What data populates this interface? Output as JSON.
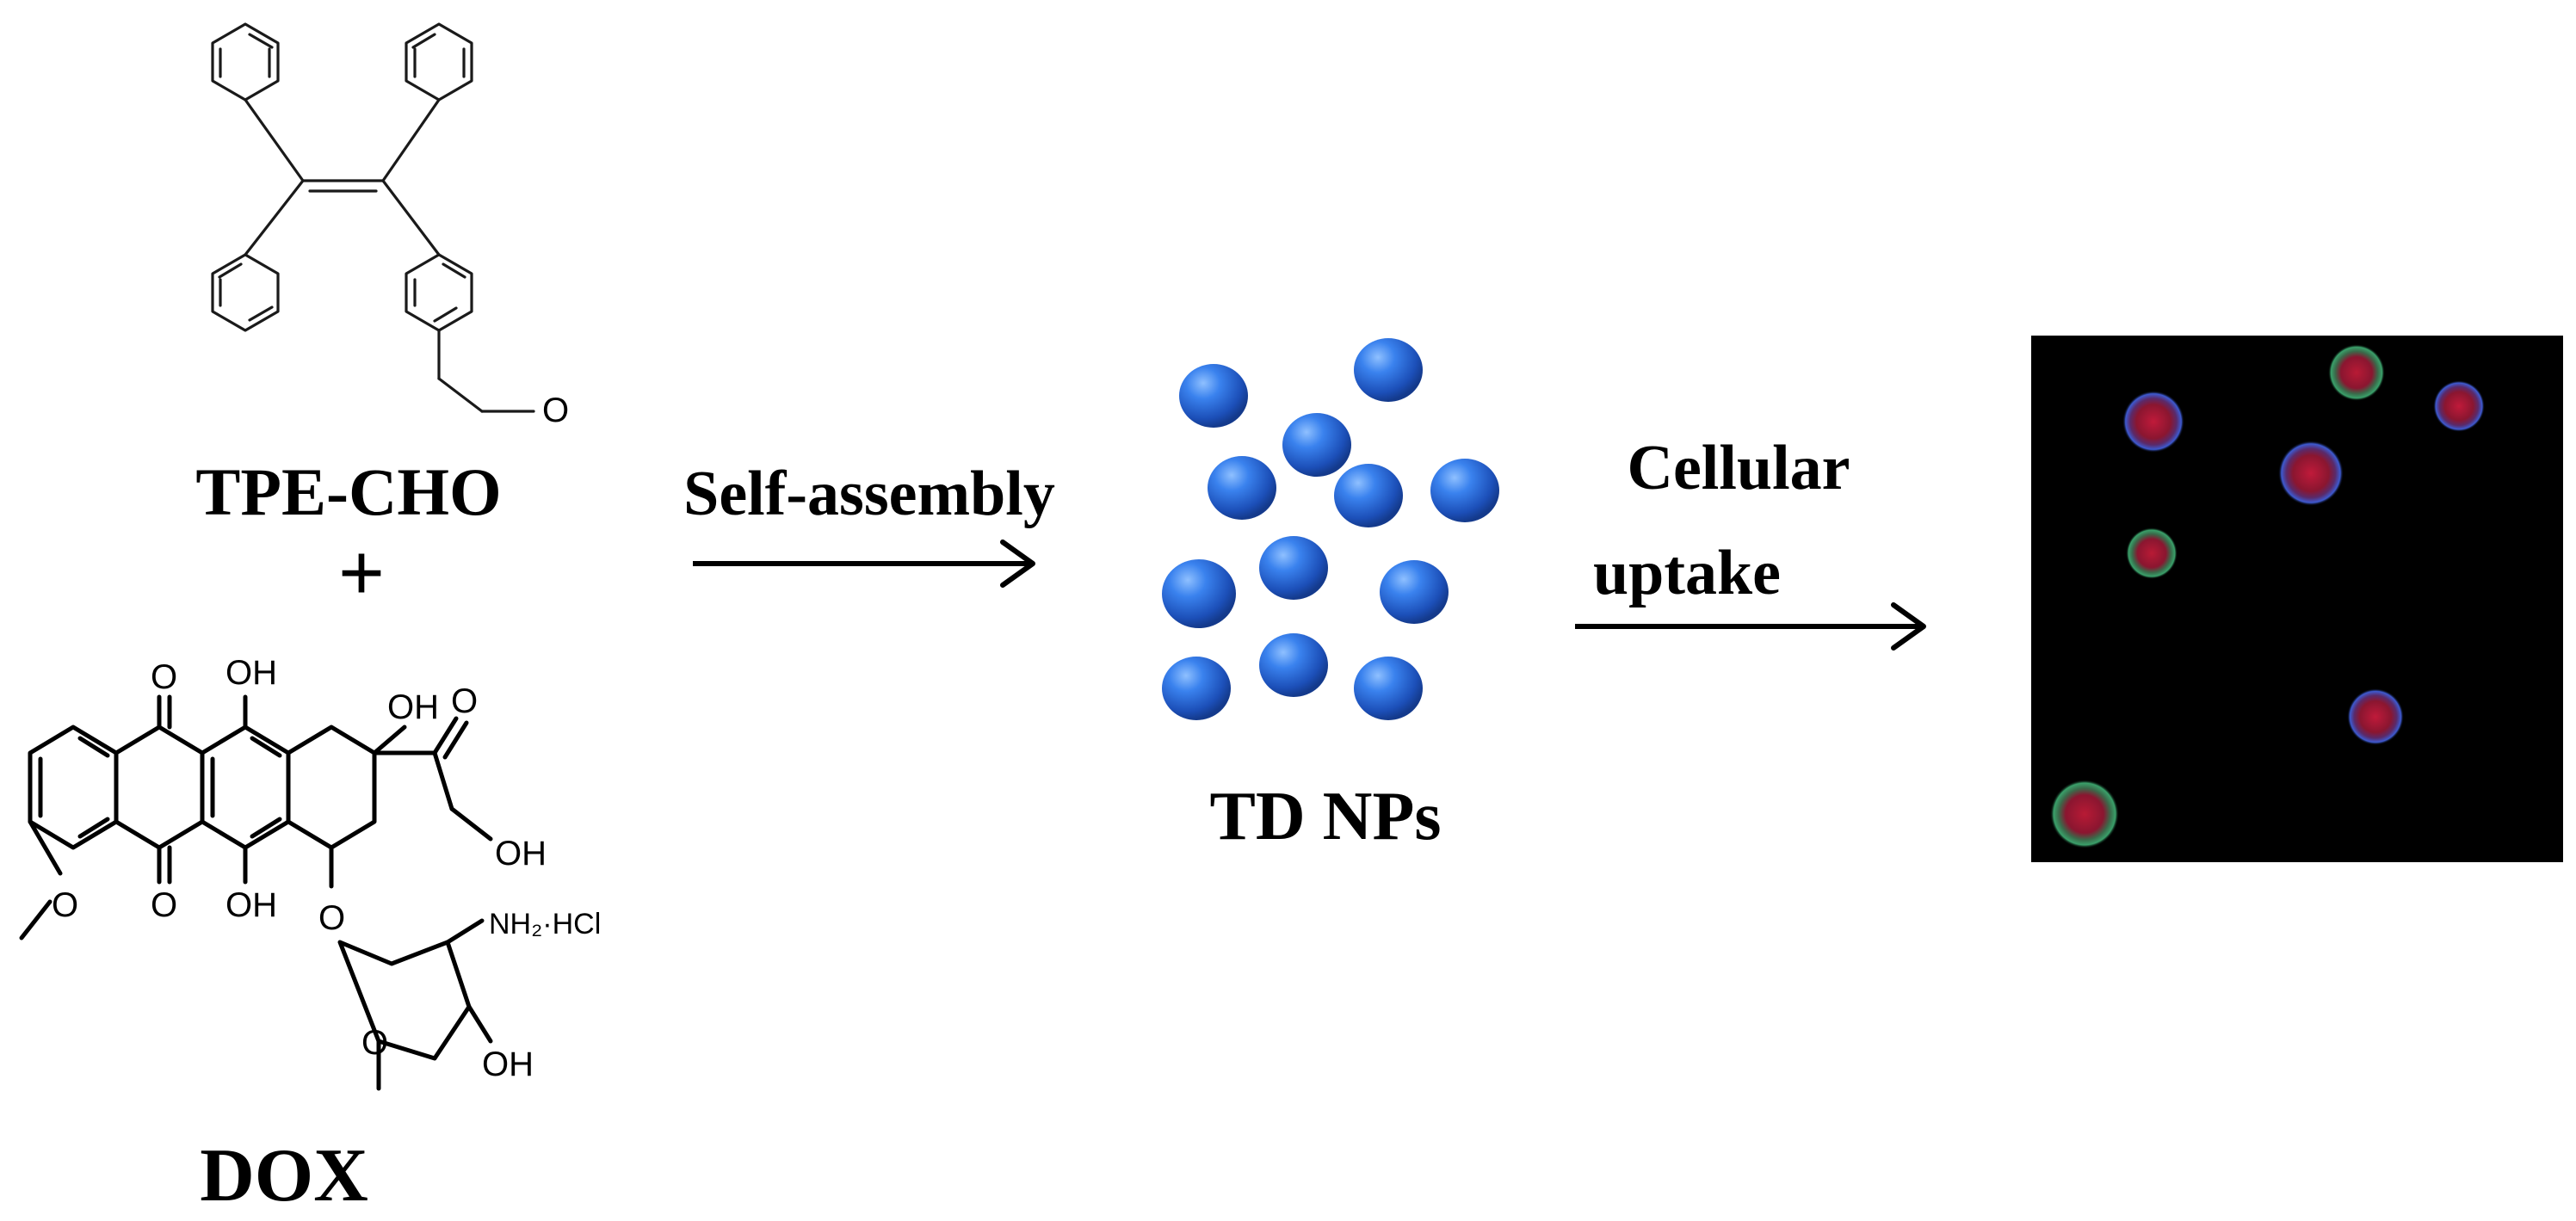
{
  "labels": {
    "tpe_cho": "TPE-CHO",
    "plus": "+",
    "dox": "DOX",
    "step1": "Self-assembly",
    "product": "TD NPs",
    "step2_line1": "Cellular",
    "step2_line2": "uptake"
  },
  "atoms": {
    "tpe_aldehyde_o": "O",
    "dox_o_top": "O",
    "dox_oh_top": "OH",
    "dox_oh_ring": "OH",
    "dox_ketone_o": "O",
    "dox_oh_side": "OH",
    "dox_o_bottom": "O",
    "dox_oh_bottom": "OH",
    "dox_methoxy_o": "O",
    "dox_glyco_o": "O",
    "dox_ring_o": "O",
    "dox_amine": "NH₂·HCl",
    "dox_sugar_oh": "OH"
  },
  "colors": {
    "nanoparticle": "#2f6fd6",
    "microscopy_bg": "#000000",
    "cell_nucleus": "#b0203a",
    "cell_rim": "#4a5fd0"
  }
}
